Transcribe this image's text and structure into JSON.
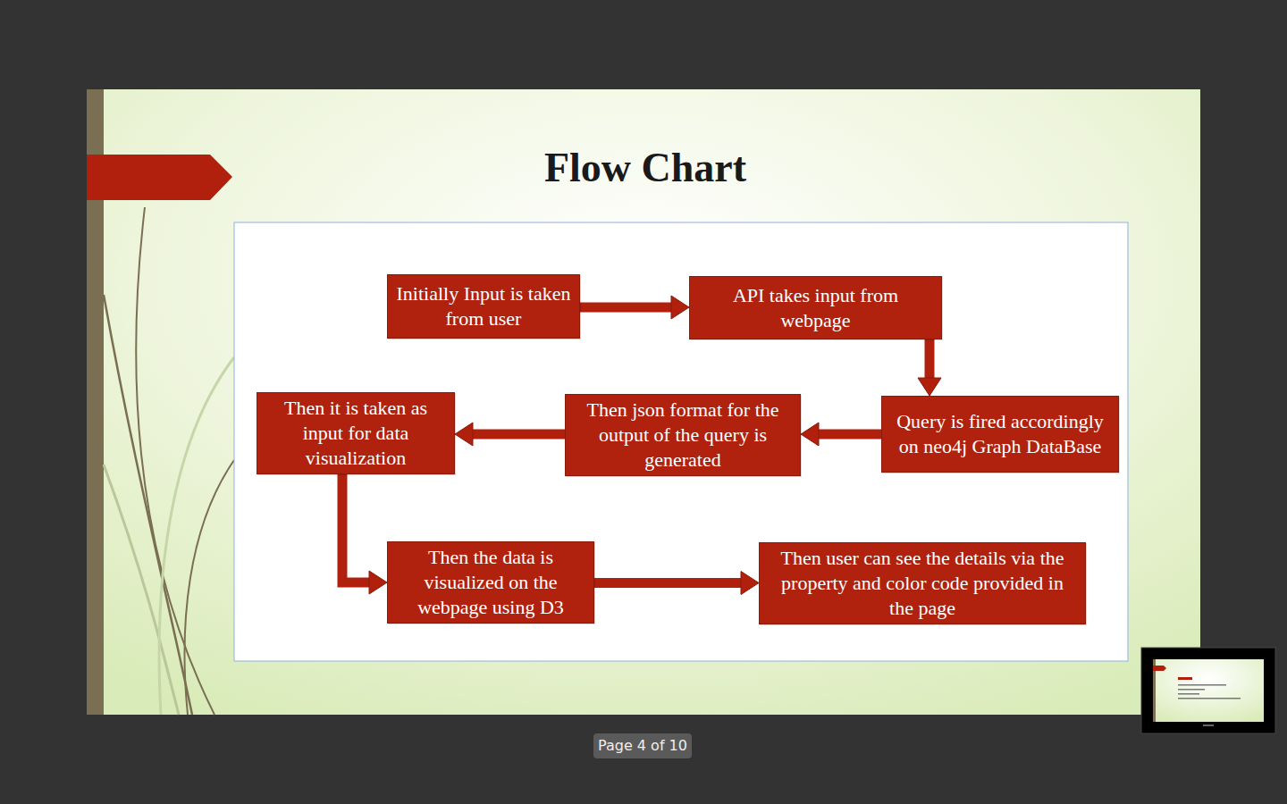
{
  "diagram": {
    "title": "Flow Chart",
    "nodes": [
      {
        "text": [
          "Initially Input is taken from user"
        ]
      },
      {
        "text": [
          "API takes input from webpage"
        ]
      },
      {
        "text": [
          "Query is fired accordingly on neo4j Graph DataBase"
        ]
      },
      {
        "text": [
          "Then json format for the output of the query is generated"
        ]
      },
      {
        "text": [
          "Then it is taken as input for data visualization"
        ]
      },
      {
        "text": [
          "Then the data is visualized on the webpage using D3"
        ]
      },
      {
        "text": [
          "Then user can see the details via the property and color code provided in the page"
        ]
      }
    ],
    "edges": [
      {
        "from": 0,
        "to": 1,
        "arrow": "to"
      },
      {
        "from": 1,
        "to": 2,
        "arrow": "to"
      },
      {
        "from": 2,
        "to": 3,
        "arrow": "to"
      },
      {
        "from": 3,
        "to": 4,
        "arrow": "to"
      },
      {
        "from": 4,
        "to": 5,
        "arrow": "to"
      },
      {
        "from": 5,
        "to": 6,
        "arrow": "to"
      }
    ],
    "labels": [
      "Page 4 of 10"
    ]
  }
}
